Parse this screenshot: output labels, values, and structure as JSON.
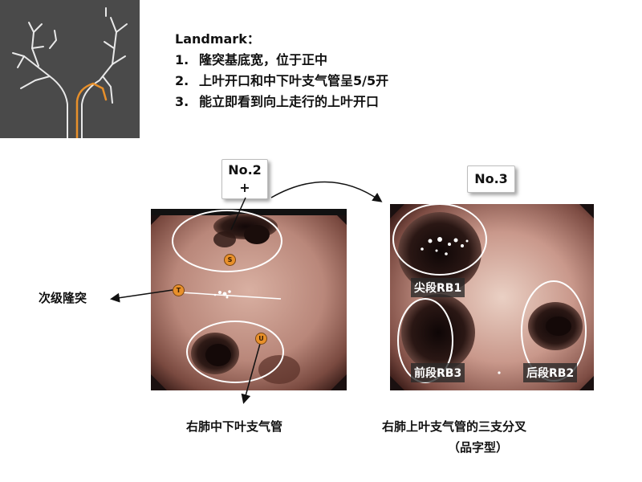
{
  "landmark": {
    "title": "Landmark：",
    "items": [
      {
        "num": "1.",
        "text": "隆突基底宽，位于正中"
      },
      {
        "num": "2.",
        "text": "上叶开口和中下叶支气管呈5/5开"
      },
      {
        "num": "3.",
        "text": "能立即看到向上走行的上叶开口"
      }
    ]
  },
  "tags": {
    "no2": "No.2",
    "no2_sub": "+",
    "no3": "No.3"
  },
  "markers": {
    "s": "S",
    "t": "T",
    "u": "U"
  },
  "photo3_labels": {
    "rb1": "尖段RB1",
    "rb3": "前段RB3",
    "rb2": "后段RB2"
  },
  "captions": {
    "left": "次级隆突",
    "middle": "右肺中下叶支气管",
    "right_line1": "右肺上叶支气管的三支分叉",
    "right_line2": "（品字型）"
  },
  "colors": {
    "highlight": "#e8902b",
    "thumb_bg": "#4a4a4a"
  }
}
